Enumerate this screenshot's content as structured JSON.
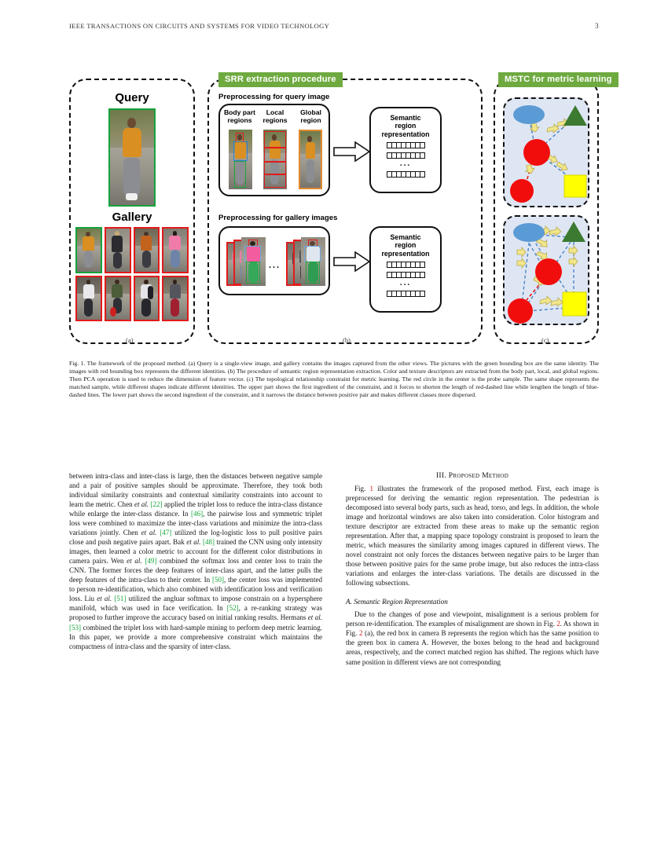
{
  "runhead": {
    "title": "IEEE TRANSACTIONS ON CIRCUITS AND SYSTEMS FOR VIDEO TECHNOLOGY",
    "page": "3"
  },
  "figure": {
    "banners": {
      "srr": "SRR extraction procedure",
      "mstc": "MSTC for metric learning"
    },
    "panel_a": {
      "query_title": "Query",
      "gallery_title": "Gallery",
      "label": "(a)"
    },
    "panel_b": {
      "query_preproc_title": "Preprocessing for query image",
      "gallery_preproc_title": "Preprocessing for gallery images",
      "column_heads": [
        "Body part\nregions",
        "Local\nregions",
        "Global\nregion"
      ],
      "srr_box_title": "Semantic\nregion\nrepresentation",
      "vector_dots": "...",
      "ellipsis": "...",
      "label": "(b)"
    },
    "panel_c": {
      "label": "(c)"
    }
  },
  "caption": {
    "prefix": "Fig. 1.",
    "text": "  The framework of the proposed method. (a) Query is a single-view image, and gallery contains the images captured from the other views. The pictures with the green bounding box are the same identity. The images with red bounding box represents the different identities. (b) The procedure of semantic region representation extraction. Color and texture descriptors are extracted from the body part, local, and global regions. Then PCA operation is used to reduce the dimension of feature vector. (c) The topological relationship constraint for metric learning. The red circle in the center is the probe sample. The same shape represents the matched sample, while different shapes indicate different identities. The upper part shows the first ingredient of the constraint, and it forces to shorten the length of red-dashed line while lengthen the length of blue-dashed lines. The lower part shows the second ingredient of the constraint, and it narrows the distance between positive pair and makes different classes more dispersed."
  },
  "left_column": {
    "paragraph_1": {
      "part_1": "between intra-class and inter-class is large, then the distances between negative sample and a pair of positive samples should be approximate. Therefore, they took both individual similarity constraints and contextual similarity constraints into account to learn the metric. Chen ",
      "italic_1": "et al.",
      "part_2": " ",
      "cite_1": "[22]",
      "part_3": " applied the triplet loss to reduce the intra-class distance while enlarge the inter-class distance. In ",
      "cite_2": "[46]",
      "part_4": ", the pairwise loss and symmetric triplet loss were combined to maximize the inter-class variations and minimize the intra-class variations jointly. Chen ",
      "italic_2": "et al.",
      "part_5": " ",
      "cite_3": "[47]",
      "part_6": " utilized the log-logistic loss to pull positive pairs close and push negative pairs apart. Bak ",
      "italic_3": "et al.",
      "part_7": " ",
      "cite_4": "[48]",
      "part_8": " trained the CNN using only intensity images, then learned a color metric to account for the different color distributions in camera pairs. Wen ",
      "italic_4": "et al.",
      "part_9": " ",
      "cite_5": "[49]",
      "part_10": " combined the softmax loss and center loss to train the CNN. The former forces the deep features of inter-class apart, and the latter pulls the deep features of the intra-class to their center. In ",
      "cite_6": "[50]",
      "part_11": ", the center loss was implemented to person re-identification, which also combined with identification loss and verification loss. Liu ",
      "italic_5": "et al.",
      "part_12": " ",
      "cite_7": "[51]",
      "part_13": " utilized the angluar softmax to impose constrain on a hypersphere manifold, which was used in face verification. In ",
      "cite_8": "[52]",
      "part_14": ", a re-ranking strategy was proposed to further improve the accuracy based on initial ranking results. Hermans ",
      "italic_6": "et al.",
      "part_15": " ",
      "cite_9": "[53]",
      "part_16": " combined the triplet loss with hard-sample mining to perform deep metric learning. In this paper, we provide a more comprehensive constraint which maintains the compactness of intra-class and the sparsity of inter-class."
    }
  },
  "right_column": {
    "section_heading": "III.  Proposed Method",
    "paragraph_1": {
      "part_1": "Fig. ",
      "ref_1": "1",
      "part_2": " illustrates the framework of the proposed method. First, each image is preprocessed for deriving the semantic region representation. The pedestrian is decomposed into several body parts, such as head, torso, and legs. In addition, the whole image and horizontal windows are also taken into consideration. Color histogram and texture descriptor are extracted from these areas to make up the semantic region representation. After that, a mapping space topology constraint is proposed to learn the metric, which measures the similarity among images captured in different views. The novel constraint not only forces the distances between negative pairs to be larger than those between positive pairs for the same probe image, but also reduces the intra-class variations and enlarges the inter-class variations. The details are discussed in the following subsections."
    },
    "subsection_heading": "A.  Semantic Region Representation",
    "paragraph_2": {
      "part_1": "Due to the changes of pose and viewpoint, misalignment is a serious problem for person re-identification. The examples of misalignment are shown in Fig. ",
      "ref_1": "2",
      "part_2": ". As shown in Fig. ",
      "ref_2": "2",
      "part_3": " (a), the red box in camera B represents the region which has the same position to the green box in camera A. However, the boxes belong to the head and background areas, respectively, and the correct matched region has shifted. The regions which have same position in different views are not corresponding"
    }
  },
  "colors": {
    "banner_green": "#6faa41",
    "citation_green": "#15a63a",
    "reference_red": "#d81b1b",
    "box_red": "#e11b1b",
    "box_green": "#14a33c",
    "mstc_background": "#dfe6f3",
    "shape_red": "#f20d0d",
    "shape_blue": "#5b9bd5",
    "shape_yellow": "#ffff00",
    "shape_darkgreen": "#3c7a32"
  }
}
